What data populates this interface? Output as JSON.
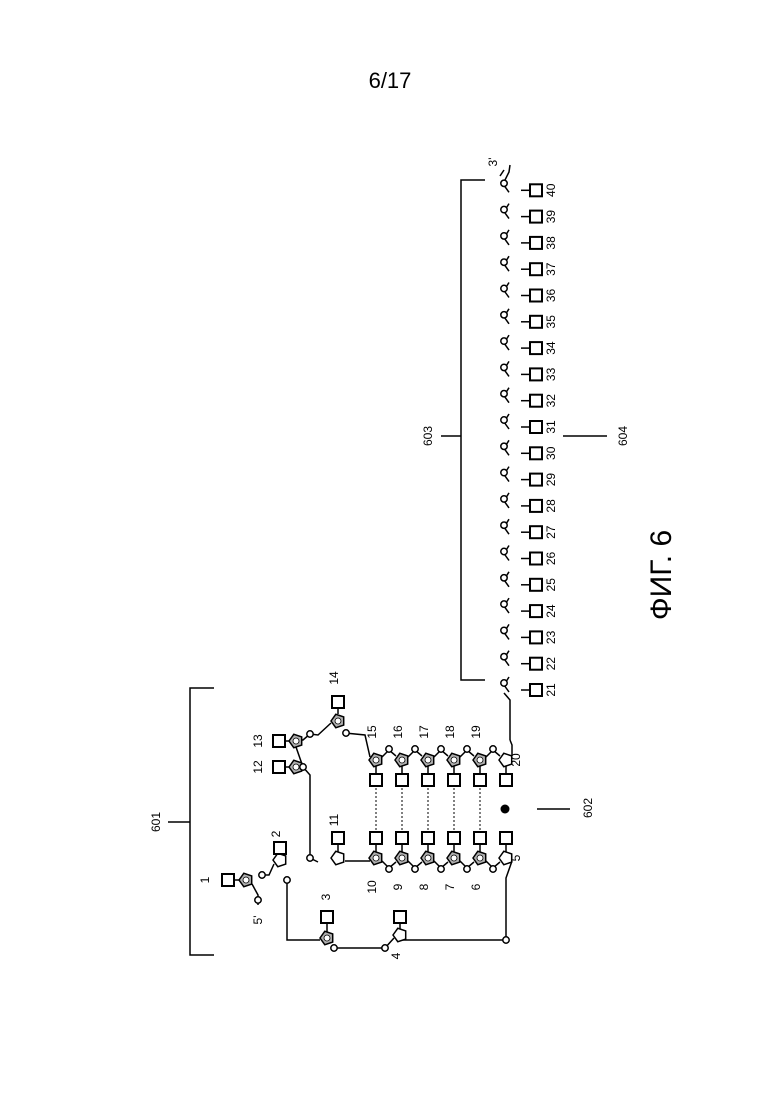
{
  "page_number": "6/17",
  "figure": {
    "caption": "ФИГ. 6",
    "strand_ends": {
      "five_prime": "5'",
      "three_prime": "3'"
    },
    "references": {
      "hairpin_region": "601",
      "abasic_site": "602",
      "duplex_region": "603",
      "strand_label": "604"
    },
    "residues": {
      "hairpin": [
        "1",
        "2",
        "3",
        "4",
        "5",
        "6",
        "7",
        "8",
        "9",
        "10",
        "11",
        "12",
        "13",
        "14",
        "15",
        "16",
        "17",
        "18",
        "19",
        "20"
      ],
      "tail": [
        "21",
        "22",
        "23",
        "24",
        "25",
        "26",
        "27",
        "28",
        "29",
        "30",
        "31",
        "32",
        "33",
        "34",
        "35",
        "36",
        "37",
        "38",
        "39",
        "40"
      ]
    }
  }
}
